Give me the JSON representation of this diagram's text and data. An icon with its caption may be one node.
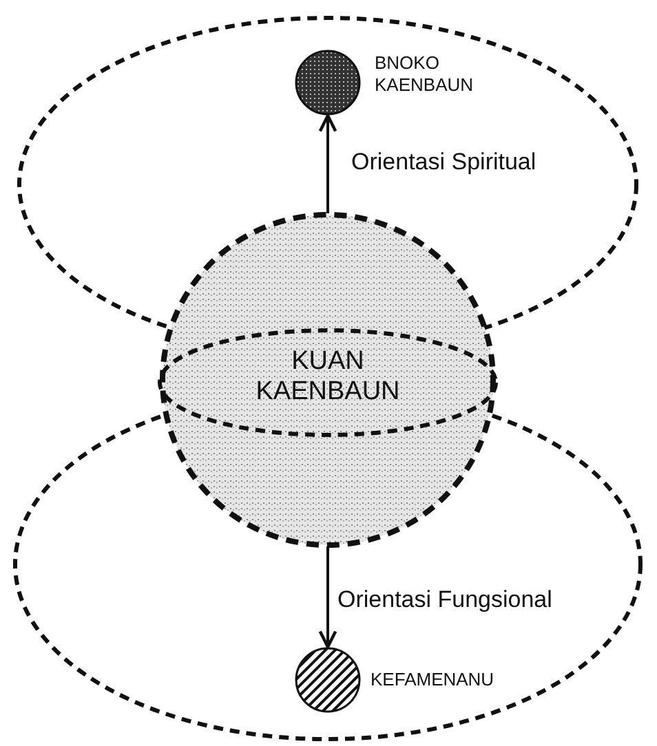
{
  "diagram": {
    "nodes": [
      {
        "text": [
          "KUAN KAENBAUN"
        ]
      },
      {
        "text": [],
        "shape": "circle",
        "beside": [
          "BNOKO KAENBAUN"
        ]
      },
      {
        "text": [],
        "shape": "circle",
        "beside": [
          "KEFAMENANU"
        ]
      }
    ],
    "edges": [
      {
        "from": 0,
        "to": 1,
        "arrow": "to",
        "label": "Orientasi Spiritual"
      },
      {
        "from": 0,
        "to": 2,
        "arrow": "to",
        "label": "Orientasi Fungsional"
      }
    ]
  }
}
